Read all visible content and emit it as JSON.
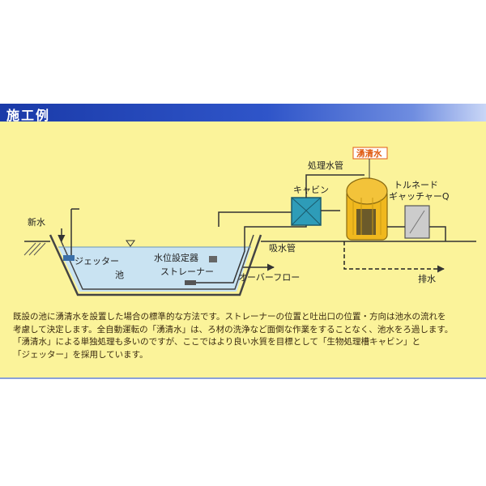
{
  "header": {
    "title": "施工例"
  },
  "labels": {
    "shinsui": "新水",
    "jetter": "ジェッター",
    "ike": "池",
    "suii": "水位設定器",
    "strainer": "ストレーナー",
    "overflow": "オーバーフロー",
    "kyusui": "吸水管",
    "haisui": "排水",
    "shori": "処理水管",
    "cabin": "キャビン",
    "yuseisui": "湧清水",
    "tornado": "トルネード",
    "catcher": "ギャッチャーQ"
  },
  "colors": {
    "panel": "#fbf39a",
    "header": "#2f55c9",
    "water": "#c9e3f2",
    "tank": "#f0b81e",
    "brand": "#e05a10"
  },
  "caption": {
    "line1": "既設の池に湧清水を設置した場合の標準的な方法です。ストレーナーの位置と吐出口の位置・方向は池水の流れを",
    "line2": "考慮して決定します。全自動運転の「湧清水」は、ろ材の洗浄など面倒な作業をすることなく、池水をろ過します。",
    "line3": "「湧清水」による単独処理も多いのですが、ここではより良い水質を目標として「生物処理槽キャビン」と",
    "line4": "「ジェッター」を採用しています。"
  }
}
